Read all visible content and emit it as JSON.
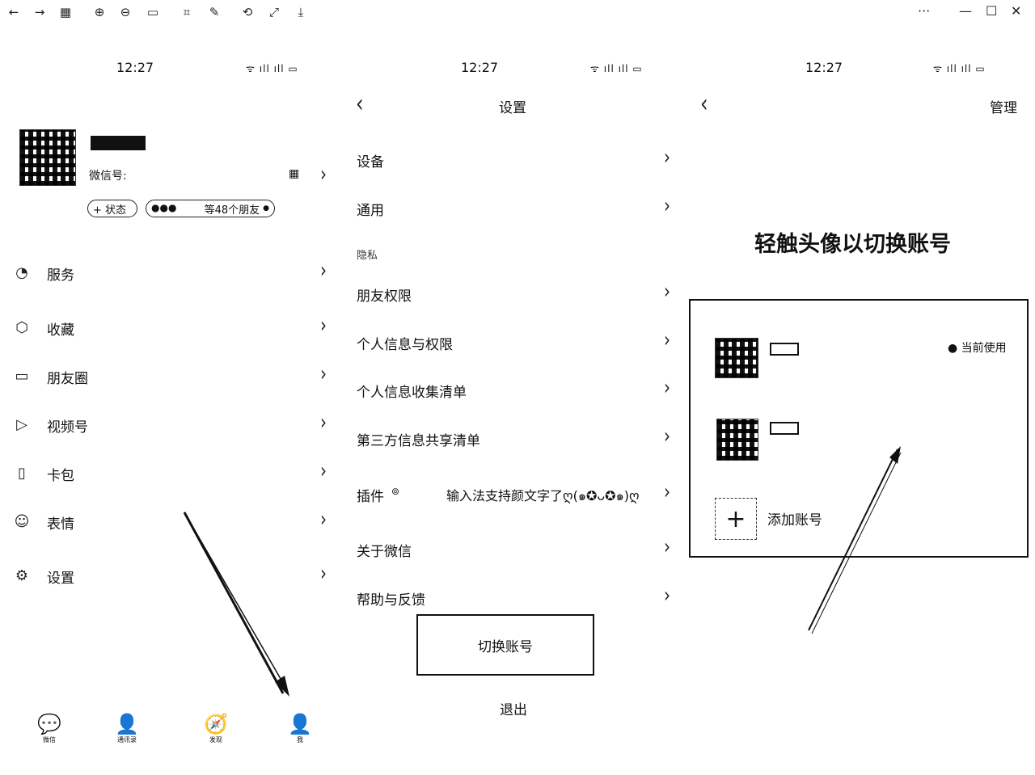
{
  "toolbar": {
    "left_icons": [
      "back-arrow-icon",
      "forward-arrow-icon",
      "grid-icon",
      "zoom-in-icon",
      "zoom-out-icon",
      "fit-icon",
      "crop-icon",
      "edit-icon",
      "rotate-icon",
      "fullscreen-icon",
      "save-icon"
    ],
    "left_glyphs": [
      "←",
      "→",
      "▦",
      "⊕",
      "⊖",
      "▭",
      "⌗",
      "✎",
      "⟲",
      "⤢",
      "⤓"
    ],
    "more": "···",
    "minimize": "—",
    "maximize": "☐",
    "close": "✕"
  },
  "status": {
    "time": "12:27",
    "right": "ᯤ ıll ıll ▭"
  },
  "panel1": {
    "wechat_id_label": "微信号:",
    "status_pill": "+ 状态",
    "friends_pill": "等48个朋友",
    "menu": [
      {
        "label": "服务",
        "icon": "service-icon",
        "glyph": "◔"
      },
      {
        "label": "收藏",
        "icon": "favorites-icon",
        "glyph": "⬡"
      },
      {
        "label": "朋友圈",
        "icon": "moments-icon",
        "glyph": "▭"
      },
      {
        "label": "视频号",
        "icon": "channels-icon",
        "glyph": "▷"
      },
      {
        "label": "卡包",
        "icon": "card-icon",
        "glyph": "▯"
      },
      {
        "label": "表情",
        "icon": "sticker-icon",
        "glyph": "☺"
      },
      {
        "label": "设置",
        "icon": "settings-icon",
        "glyph": "⚙"
      }
    ],
    "tabs": [
      {
        "name": "chats",
        "glyph": "💬",
        "label": "微信"
      },
      {
        "name": "contacts",
        "glyph": "👤",
        "label": "通讯录"
      },
      {
        "name": "discover",
        "glyph": "🧭",
        "label": "发现"
      },
      {
        "name": "me",
        "glyph": "👤",
        "label": "我"
      }
    ]
  },
  "panel2": {
    "title": "设置",
    "section_privacy": "隐私",
    "items": [
      "设备",
      "通用",
      "朋友权限",
      "个人信息与权限",
      "个人信息收集清单",
      "第三方信息共享清单",
      "插件",
      "关于微信",
      "帮助与反馈"
    ],
    "plugin_note": "输入法支持颜文字了ღ(๑✪ᴗ✪๑)ღ",
    "switch_account": "切换账号",
    "logout": "退出"
  },
  "panel3": {
    "title": "管理",
    "heading": "轻触头像以切换账号",
    "current_badge": "● 当前使用",
    "add_account": "添加账号"
  }
}
